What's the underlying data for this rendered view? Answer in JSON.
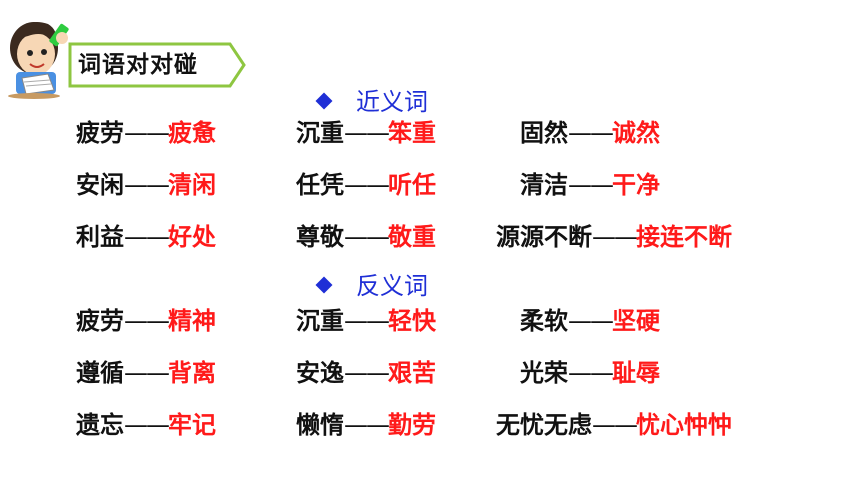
{
  "title": "词语对对碰",
  "dash": "——",
  "sections": [
    {
      "label": "近义词",
      "rows": [
        [
          {
            "word": "疲劳",
            "answer": "疲惫"
          },
          {
            "word": "沉重",
            "answer": "笨重"
          },
          {
            "word": "固然",
            "answer": "诚然"
          }
        ],
        [
          {
            "word": "安闲",
            "answer": "清闲"
          },
          {
            "word": "任凭",
            "answer": "听任"
          },
          {
            "word": "清洁",
            "answer": "干净"
          }
        ],
        [
          {
            "word": "利益",
            "answer": "好处"
          },
          {
            "word": "尊敬",
            "answer": "敬重"
          },
          {
            "word": "源源不断",
            "answer": "接连不断"
          }
        ]
      ]
    },
    {
      "label": "反义词",
      "rows": [
        [
          {
            "word": "疲劳",
            "answer": "精神"
          },
          {
            "word": "沉重",
            "answer": "轻快"
          },
          {
            "word": "柔软",
            "answer": "坚硬"
          }
        ],
        [
          {
            "word": "遵循",
            "answer": "背离"
          },
          {
            "word": "安逸",
            "answer": "艰苦"
          },
          {
            "word": "光荣",
            "answer": "耻辱"
          }
        ],
        [
          {
            "word": "遗忘",
            "answer": "牢记"
          },
          {
            "word": "懒惰",
            "answer": "勤劳"
          },
          {
            "word": "无忧无虑",
            "answer": "忧心忡忡"
          }
        ]
      ]
    }
  ],
  "colors": {
    "accent_blue": "#1f2fd6",
    "answer_red": "#ff1a1a",
    "title_border": "#8ec641"
  }
}
